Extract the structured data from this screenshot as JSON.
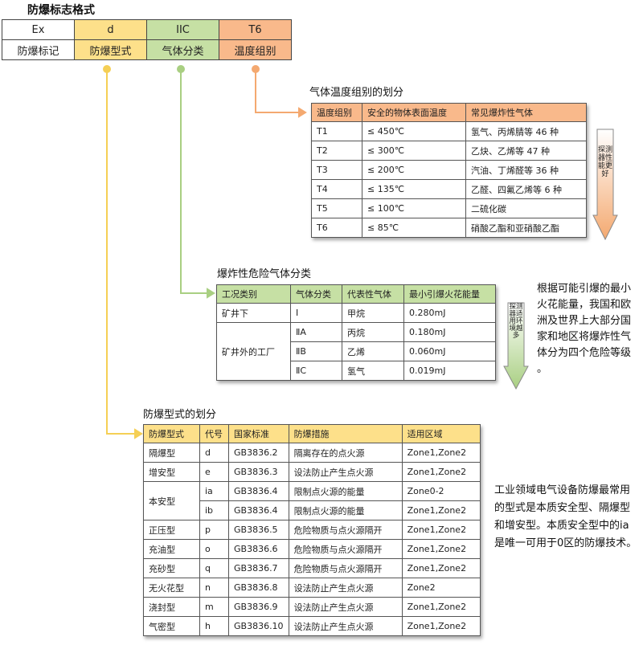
{
  "format": {
    "title": "防爆标志格式",
    "row1": [
      "Ex",
      "d",
      "IIC",
      "T6"
    ],
    "row2": [
      "防爆标记",
      "防爆型式",
      "气体分类",
      "温度组别"
    ],
    "colors": [
      "#ffffff",
      "#fde08a",
      "#c6e0a4",
      "#f9b98b"
    ]
  },
  "temp_section": {
    "title": "气体温度组别的划分",
    "headers": [
      "温度组别",
      "安全的物体表面温度",
      "常见爆炸性气体"
    ],
    "rows": [
      [
        "T1",
        "≤ 450℃",
        "氢气、丙烯腈等 46 种"
      ],
      [
        "T2",
        "≤ 300℃",
        "乙炔、乙烯等 47 种"
      ],
      [
        "T3",
        "≤ 200℃",
        "汽油、丁烯醛等 36 种"
      ],
      [
        "T4",
        "≤ 135℃",
        "乙醛、四氟乙烯等 6 种"
      ],
      [
        "T5",
        "≤ 100℃",
        "二硫化碳"
      ],
      [
        "T6",
        "≤ 85℃",
        "硝酸乙酯和亚硝酸乙酯"
      ]
    ],
    "indicator": "探测器性能更好",
    "header_color": "#f9b98b"
  },
  "gas_section": {
    "title": "爆炸性危险气体分类",
    "headers": [
      "工况类别",
      "气体分类",
      "代表性气体",
      "最小引爆火花能量"
    ],
    "group_labels": [
      "矿井下",
      "矿井外的工厂"
    ],
    "rows": [
      [
        "Ⅰ",
        "甲烷",
        "0.280mJ"
      ],
      [
        "ⅡA",
        "丙烷",
        "0.180mJ"
      ],
      [
        "ⅡB",
        "乙烯",
        "0.060mJ"
      ],
      [
        "ⅡC",
        "氢气",
        "0.019mJ"
      ]
    ],
    "indicator": "探测器适用环境越多",
    "note": "根据可能引爆的最小火花能量，我国和欧洲及世界上大部分国家和地区将爆炸性气体分为四个危险等级 。",
    "header_color": "#c6e0a4"
  },
  "type_section": {
    "title": "防爆型式的划分",
    "headers": [
      "防爆型式",
      "代号",
      "国家标准",
      "防爆措施",
      "适用区域"
    ],
    "rows": [
      {
        "type": "隔爆型",
        "code": "d",
        "std": "GB3836.2",
        "measure": "隔离存在的点火源",
        "zone": "Zone1,Zone2"
      },
      {
        "type": "增安型",
        "code": "e",
        "std": "GB3836.3",
        "measure": "设法防止产生点火源",
        "zone": "Zone1,Zone2"
      },
      {
        "type": "本安型",
        "code": "ia",
        "std": "GB3836.4",
        "measure": "限制点火源的能量",
        "zone": "Zone0-2"
      },
      {
        "type": "",
        "code": "ib",
        "std": "GB3836.4",
        "measure": "限制点火源的能量",
        "zone": "Zone1,Zone2"
      },
      {
        "type": "正压型",
        "code": "p",
        "std": "GB3836.5",
        "measure": "危险物质与点火源隔开",
        "zone": "Zone1,Zone2"
      },
      {
        "type": "充油型",
        "code": "o",
        "std": "GB3836.6",
        "measure": "危险物质与点火源隔开",
        "zone": "Zone1,Zone2"
      },
      {
        "type": "充砂型",
        "code": "q",
        "std": "GB3836.7",
        "measure": "危险物质与点火源隔开",
        "zone": "Zone1,Zone2"
      },
      {
        "type": "无火花型",
        "code": "n",
        "std": "GB3836.8",
        "measure": "设法防止产生点火源",
        "zone": "Zone2"
      },
      {
        "type": "浇封型",
        "code": "m",
        "std": "GB3836.9",
        "measure": "设法防止产生点火源",
        "zone": "Zone1,Zone2"
      },
      {
        "type": "气密型",
        "code": "h",
        "std": "GB3836.10",
        "measure": "设法防止产生点火源",
        "zone": "Zone1,Zone2"
      }
    ],
    "note": "工业领域电气设备防爆最常用的型式是本质安全型、隔爆型和增安型。本质安全型中的ia是唯一可用于0区的防爆技术。",
    "header_color": "#fde08a"
  },
  "connector_colors": {
    "temp": "#f4a970",
    "gas": "#a9cf82",
    "type": "#f5cf55"
  }
}
